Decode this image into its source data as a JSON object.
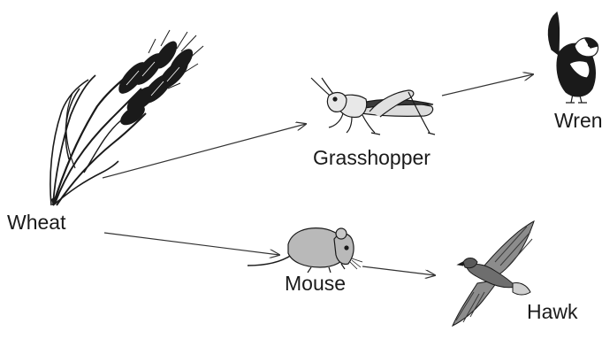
{
  "organisms": {
    "wheat": {
      "label": "Wheat",
      "icon": "wheat-icon"
    },
    "grasshopper": {
      "label": "Grasshopper",
      "icon": "grasshopper-icon"
    },
    "wren": {
      "label": "Wren",
      "icon": "wren-icon"
    },
    "mouse": {
      "label": "Mouse",
      "icon": "mouse-icon"
    },
    "hawk": {
      "label": "Hawk",
      "icon": "hawk-icon"
    }
  },
  "links": [
    {
      "from": "Wheat",
      "to": "Grasshopper"
    },
    {
      "from": "Grasshopper",
      "to": "Wren"
    },
    {
      "from": "Wheat",
      "to": "Mouse"
    },
    {
      "from": "Mouse",
      "to": "Hawk"
    }
  ],
  "colors": {
    "ink": "#1a1a1a",
    "arrow": "#333333",
    "mouse_fill": "#b9b9b9",
    "hawk_fill": "#8c8c8c",
    "grasshopper_fill": "#e8e8e8"
  }
}
